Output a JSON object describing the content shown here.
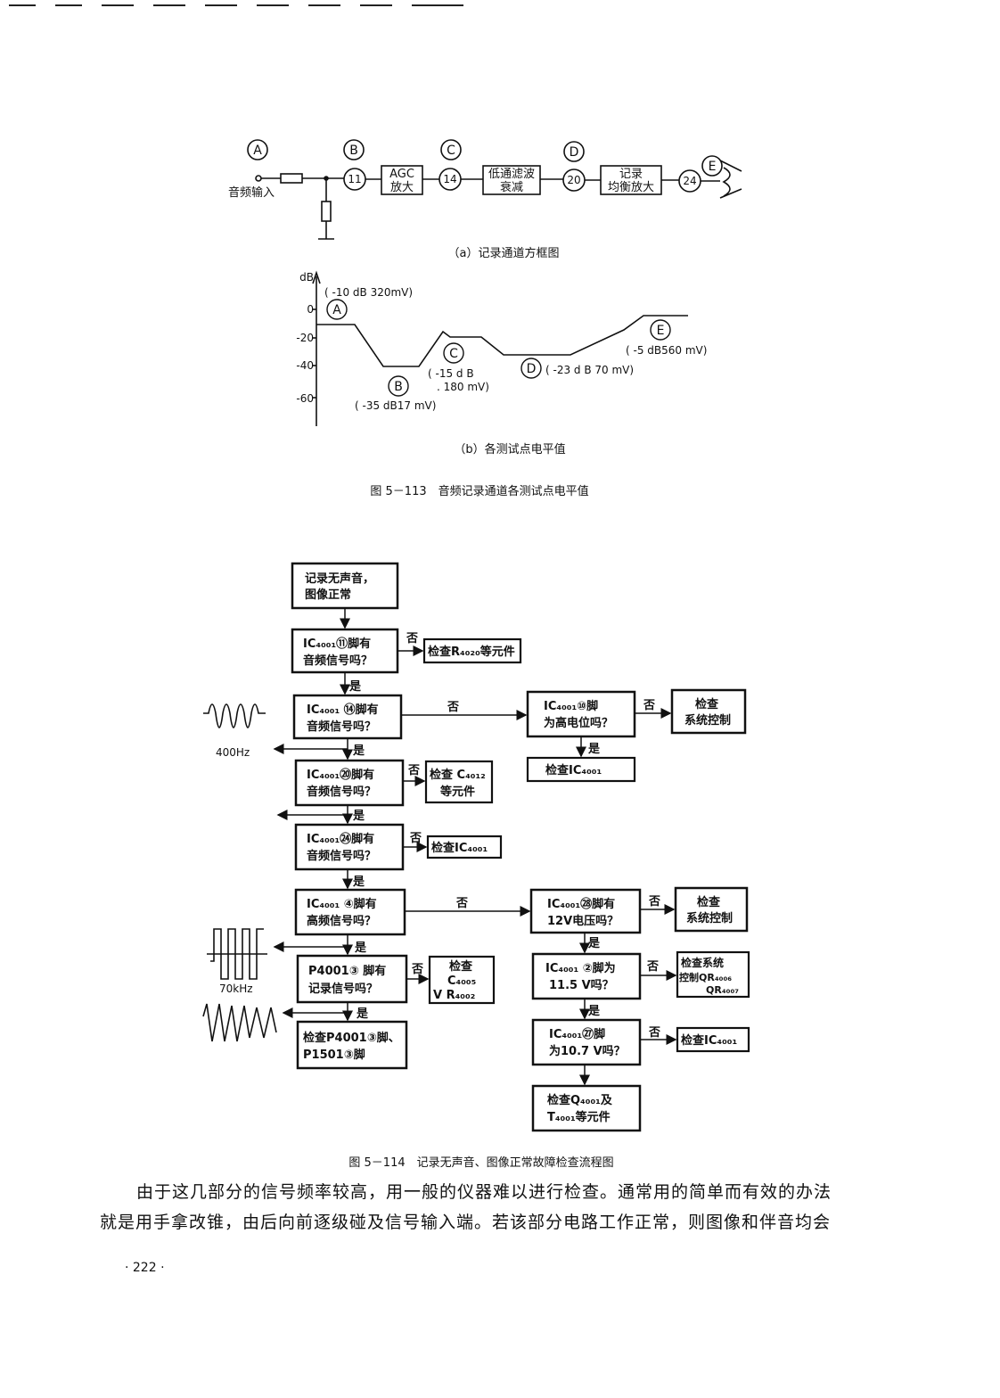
{
  "block": {
    "circles": [
      "A",
      "B",
      "C",
      "D",
      "E"
    ],
    "pins": [
      "11",
      "14",
      "20",
      "24"
    ],
    "input_label": "音频输入",
    "agc": [
      "AGC",
      "放大"
    ],
    "lpf": [
      "低通滤波",
      "衰减"
    ],
    "eq": [
      "记录",
      "均衡放大"
    ],
    "caption": "（a）记录通道方框图"
  },
  "level": {
    "y_unit": "dB",
    "y_ticks": [
      "0",
      "-20",
      "-40",
      "-60"
    ],
    "labels": {
      "A": "( -10 dB 320mV)",
      "B": "( -35 dB17 mV)",
      "C1": "( -15 d B",
      "C2": ". 180 mV)",
      "D": "( -23 d B 70 mV)",
      "E": "( -5 dB560 mV)"
    },
    "caption": "（b）各测试点电平值"
  },
  "fig113": "图 5－113　音频记录通道各测试点电平值",
  "flow": {
    "start": [
      "记录无声音，",
      "图像正常"
    ],
    "q1": [
      "IC₄₀₀₁⑪脚有",
      "音频信号吗？"
    ],
    "q1_no": "检查R₄₀₂₀等元件",
    "q2": [
      "IC₄₀₀₁ ⑭脚有",
      "音频信号吗？"
    ],
    "q2b": [
      "IC₄₀₀₁⑩脚",
      "为高电位吗？"
    ],
    "q2b_no": [
      "检查",
      "系统控制"
    ],
    "q2b_yes": "检查IC₄₀₀₁",
    "wave1": "400Hz",
    "q3": [
      "IC₄₀₀₁⑳脚有",
      "音频信号吗？"
    ],
    "q3_no": [
      "检查 C₄₀₁₂",
      "等元件"
    ],
    "q4": [
      "IC₄₀₀₁㉔脚有",
      "音频信号吗？"
    ],
    "q4_no": "检查IC₄₀₀₁",
    "q5": [
      "IC₄₀₀₁ ④脚有",
      "高频信号吗？"
    ],
    "q5b": [
      "IC₄₀₀₁㉘脚有",
      "12V电压吗？"
    ],
    "q5b_no": [
      "检查",
      "系统控制"
    ],
    "q6b": [
      "IC₄₀₀₁ ②脚为",
      "11.5 V吗？"
    ],
    "q6b_no": [
      "检查系统",
      "控制QR₄₀₀₆",
      "QR₄₀₀₇"
    ],
    "q7b": [
      "IC₄₀₀₁㉗脚",
      "为10.7 V吗？"
    ],
    "q7b_no": "检查IC₄₀₀₁",
    "q8b": [
      "检查Q₄₀₀₁及",
      "T₄₀₀₁等元件"
    ],
    "wave2": "70kHz",
    "q6": [
      "P4001③ 脚有",
      "记录信号吗？"
    ],
    "q6_no": [
      "检查",
      "C₄₀₀₅",
      "V R₄₀₀₂"
    ],
    "end": [
      "检查P4001③脚、",
      "P1501③脚"
    ],
    "yes": "是",
    "no": "否"
  },
  "fig114": "图 5－114　记录无声音、图像正常故障检查流程图",
  "para1": "由于这几部分的信号频率较高，用一般的仪器难以进行检查。通常用的简单而有效的办法",
  "para2": "就是用手拿改锥，由后向前逐级碰及信号输入端。若该部分电路工作正常，则图像和伴音均会",
  "page_no": "· 222 ·"
}
